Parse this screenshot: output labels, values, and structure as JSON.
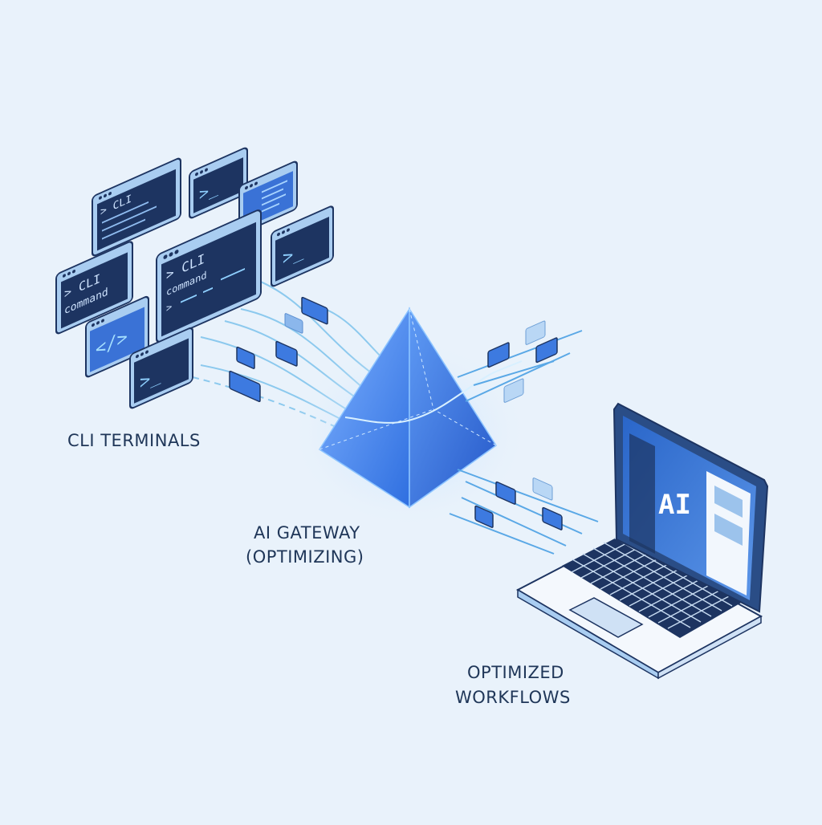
{
  "labels": {
    "cli_terminals": "CLI TERMINALS",
    "gateway_line1": "AI GATEWAY",
    "gateway_line2": "(OPTIMIZING)",
    "workflows_line1": "OPTIMIZED",
    "workflows_line2": "WORKFLOWS"
  },
  "terminals": {
    "prompt_symbol": ">_",
    "code_symbol": "</>",
    "cli_text": "> CLI",
    "command_text": "command",
    "arrow": ">"
  },
  "laptop": {
    "screen_text": "AI"
  },
  "colors": {
    "background": "#e9f2fb",
    "terminal_screen": "#1d3461",
    "terminal_frame": "#9cc3ec",
    "accent": "#4a90e2",
    "pyramid": "#3f7fe8",
    "label_text": "#1f3658"
  }
}
